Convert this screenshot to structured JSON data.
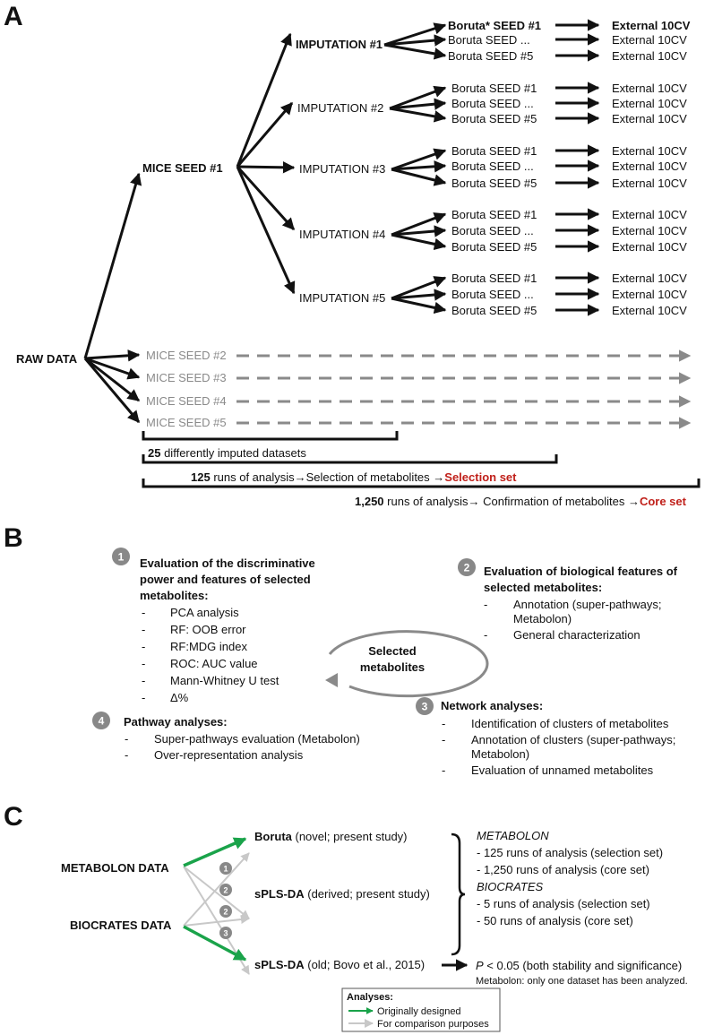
{
  "panel_labels": [
    "A",
    "B",
    "C"
  ],
  "panel_a": {
    "raw_data": "RAW DATA",
    "mice_seed_1": "MICE SEED #1",
    "mice_seeds_other": [
      "MICE SEED #2",
      "MICE SEED #3",
      "MICE SEED #4",
      "MICE SEED #5"
    ],
    "imputations": [
      "IMPUTATION #1",
      "IMPUTATION #2",
      "IMPUTATION #3",
      "IMPUTATION #4",
      "IMPUTATION #5"
    ],
    "boruta_first": "Boruta* SEED #1",
    "boruta_seeds": [
      "Boruta  SEED #1",
      "Boruta  SEED ...",
      "Boruta  SEED #5"
    ],
    "boruta_seed_mid": "Boruta  SEED ...",
    "external_cv": "External 10CV",
    "bracket1_num": "25",
    "bracket1_text": " differently imputed datasets",
    "bracket2_num": "125",
    "bracket2_text": "  runs of analysis",
    "bracket2_mid": "Selection of metabolites ",
    "bracket2_red": "Selection set",
    "bracket3_num": "1,250",
    "bracket3_text": " runs of analysis",
    "bracket3_mid": " Confirmation of metabolites ",
    "bracket3_red": "Core set",
    "arrow_glyph": "→"
  },
  "panel_b": {
    "center": [
      "Selected",
      "metabolites"
    ],
    "section1": {
      "num": "1",
      "title": [
        "Evaluation of the discriminative",
        "power and features of selected",
        "metabolites:"
      ],
      "items": [
        "PCA analysis",
        "RF: OOB error",
        "RF:MDG index",
        "ROC: AUC value",
        "Mann-Whitney U test",
        "Δ%"
      ]
    },
    "section2": {
      "num": "2",
      "title": [
        "Evaluation of biological features of",
        "selected metabolites:"
      ],
      "items": [
        [
          "Annotation (super-pathways;",
          "Metabolon)"
        ],
        [
          "General characterization"
        ]
      ]
    },
    "section3": {
      "num": "3",
      "title": "Network analyses:",
      "items": [
        [
          "Identification of clusters of metabolites"
        ],
        [
          "Annotation of clusters (super-pathways;",
          "Metabolon)"
        ],
        [
          "Evaluation of unnamed metabolites"
        ]
      ]
    },
    "section4": {
      "num": "4",
      "title": "Pathway analyses:",
      "items": [
        "Super-pathways evaluation (Metabolon)",
        "Over-representation analysis"
      ]
    }
  },
  "panel_c": {
    "metabolon_data": "METABOLON DATA",
    "biocrates_data": "BIOCRATES DATA",
    "boruta": {
      "bold": "Boruta",
      "rest": " (novel; present study)"
    },
    "splsda_derived": {
      "bold": "sPLS-DA",
      "rest": " (derived; present study)"
    },
    "splsda_old": {
      "bold": "sPLS-DA",
      "rest": " (old; Bovo et al., 2015)"
    },
    "circle_nums": [
      "1",
      "2",
      "2",
      "3"
    ],
    "metabolon_head": "METABOLON",
    "metabolon_lines": [
      "- 125 runs of analysis (selection set)",
      "- 1,250 runs of analysis (core set)"
    ],
    "biocrates_head": "BIOCRATES",
    "biocrates_lines": [
      "- 5 runs of analysis (selection set)",
      "- 50 runs of analysis (core set)"
    ],
    "p_italic": "P",
    "p_text": " < 0.05 (both stability and significance)",
    "note": "Metabolon: only one dataset has been analyzed.",
    "legend": {
      "title": "Analyses:",
      "items": [
        "Originally designed",
        "For comparison purposes"
      ]
    }
  },
  "colors": {
    "green_arrow": "#1aa34a",
    "gray_arrow": "#c8c8c8",
    "dashed_gray": "#8a8a8a",
    "red_text": "#c0201a",
    "circle_gray": "#888888"
  }
}
